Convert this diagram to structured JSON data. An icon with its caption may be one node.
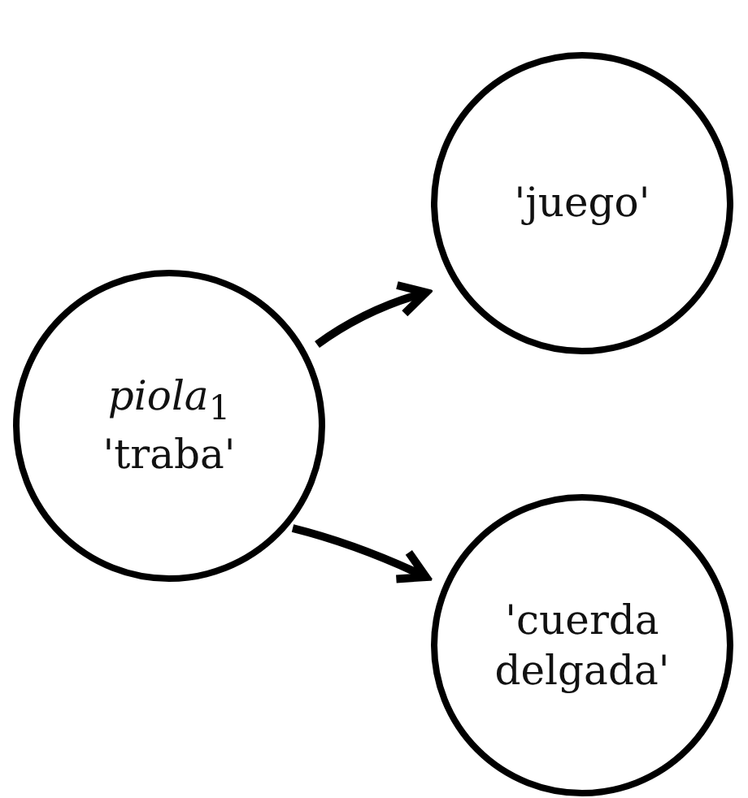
{
  "diagram": {
    "nodes": [
      {
        "text": [
          "*piola*$_{1}$",
          "'traba'"
        ]
      },
      {
        "text": [
          "'juego'"
        ]
      },
      {
        "text": [
          "'cuerda delgada'"
        ]
      }
    ],
    "edges": [
      {
        "from": 0,
        "to": 1,
        "arrow": "to"
      },
      {
        "from": 0,
        "to": 2,
        "arrow": "to"
      }
    ]
  }
}
